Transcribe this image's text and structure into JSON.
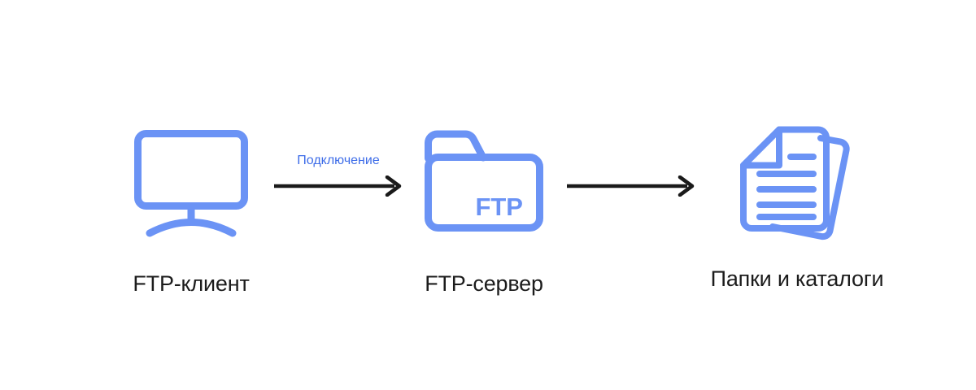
{
  "diagram": {
    "title": "FTP connection flow",
    "background_color": "#ffffff",
    "accent_color": "#6b93f5",
    "label_color": "#1c1c1c",
    "connector_color": "#1a1a1a",
    "connector_label_color": "#3d6ce8",
    "nodes": [
      {
        "id": "client",
        "label": "FTP-клиент",
        "icon": "monitor-icon"
      },
      {
        "id": "server",
        "label": "FTP-сервер",
        "icon": "folder-icon",
        "icon_text": "FTP"
      },
      {
        "id": "files",
        "label": "Папки и каталоги",
        "icon": "documents-icon"
      }
    ],
    "connectors": [
      {
        "id": "client-to-server",
        "label": "Подключение",
        "icon": "arrow-right-icon"
      },
      {
        "id": "server-to-files",
        "label": "",
        "icon": "arrow-right-icon"
      }
    ]
  }
}
